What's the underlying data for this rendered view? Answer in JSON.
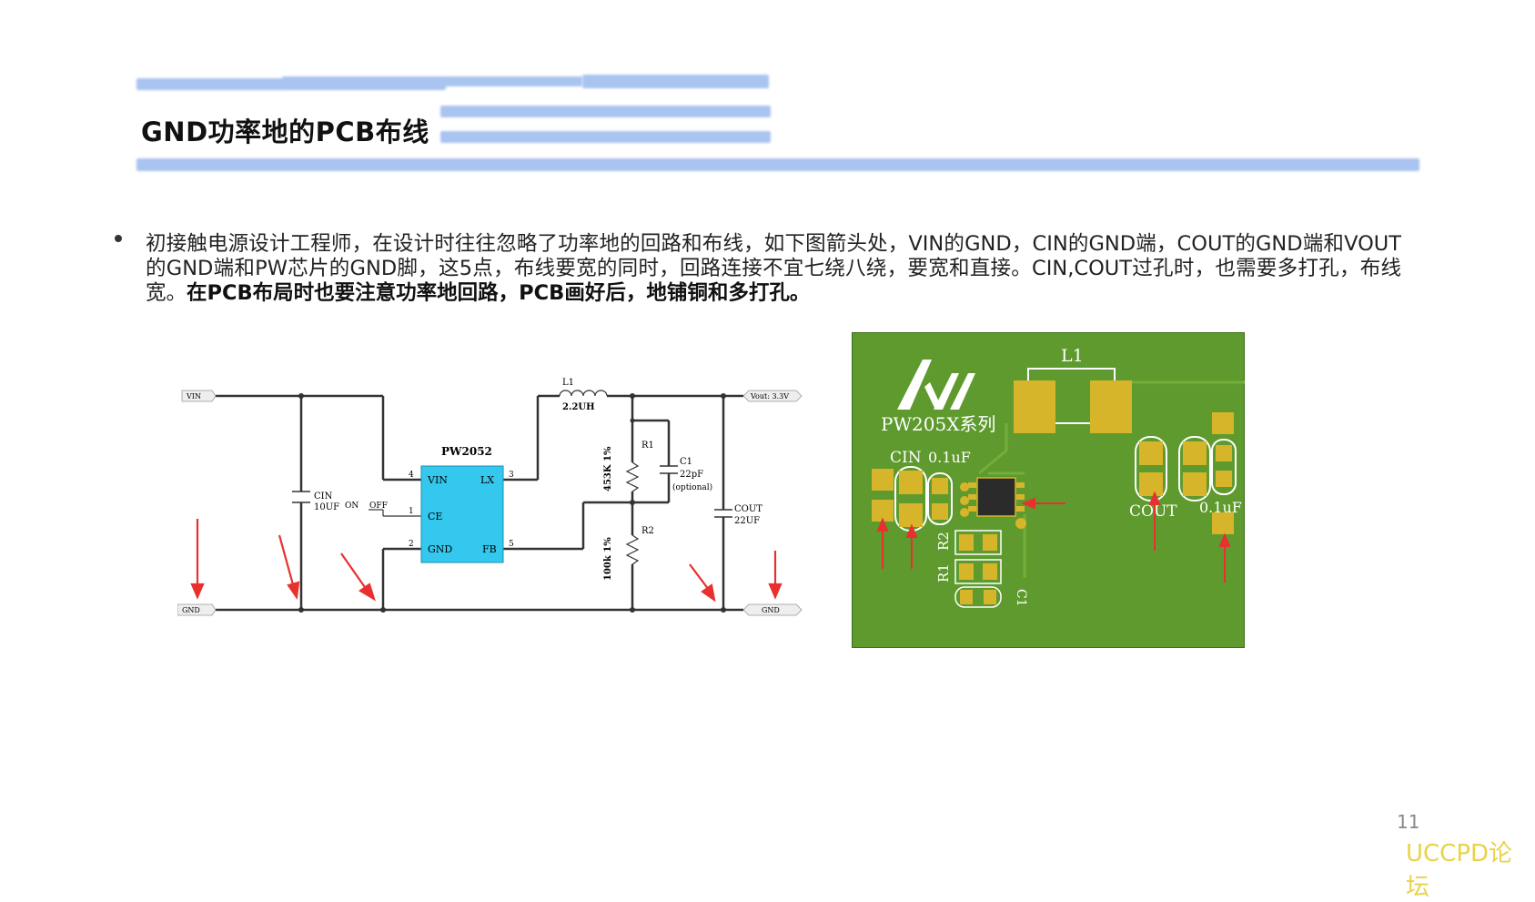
{
  "slide": {
    "title": "GND功率地的PCB布线",
    "bullet_normal": "初接触电源设计工程师，在设计时往往忽略了功率地的回路和布线，如下图箭头处，VIN的GND，CIN的GND端，COUT的GND端和VOUT的GND端和PW芯片的GND脚，这5点，布线要宽的同时，回路连接不宜七绕八绕，要宽和直接。CIN,COUT过孔时，也需要多打孔，布线宽。",
    "bullet_bold": "在PCB布局时也要注意功率地回路，PCB画好后，地铺铜和多打孔。",
    "page_number": "11",
    "watermark": "UCCPD论坛"
  },
  "schematic": {
    "vin_label": "VIN",
    "vout_label": "Vout: 3.3V",
    "gnd_left": "GND",
    "gnd_right": "GND",
    "ic_name": "PW2052",
    "pins": {
      "vin": "VIN",
      "ce": "CE",
      "gnd": "GND",
      "lx": "LX",
      "fb": "FB"
    },
    "pin_nums": {
      "p1": "1",
      "p2": "2",
      "p3": "3",
      "p4": "4",
      "p5": "5"
    },
    "switch_on": "ON",
    "switch_off": "OFF",
    "inductor_name": "L1",
    "inductor_value": "2.2UH",
    "r1_name": "R1",
    "r1_value": "453K 1%",
    "r2_name": "R2",
    "r2_value": "100k 1%",
    "c1_name": "C1",
    "c1_value": "22pF",
    "c1_note": "(optional)",
    "cin_name": "CIN",
    "cin_value": "10UF",
    "cout_name": "COUT",
    "cout_value": "22UF"
  },
  "pcb": {
    "logo_text": "PW205X系列",
    "l1": "L1",
    "cin": "CIN",
    "cin_cap": "0.1uF",
    "cout": "COUT",
    "cout_cap": "0.1uF",
    "r1": "R1",
    "r2": "R2",
    "c1": "C1"
  },
  "colors": {
    "accent_bar": "#a9c4f0",
    "pcb_board": "#5e9a2e",
    "pad": "#d7b52a",
    "ic_fill": "#34c8ee",
    "arrow": "#e8312e"
  }
}
